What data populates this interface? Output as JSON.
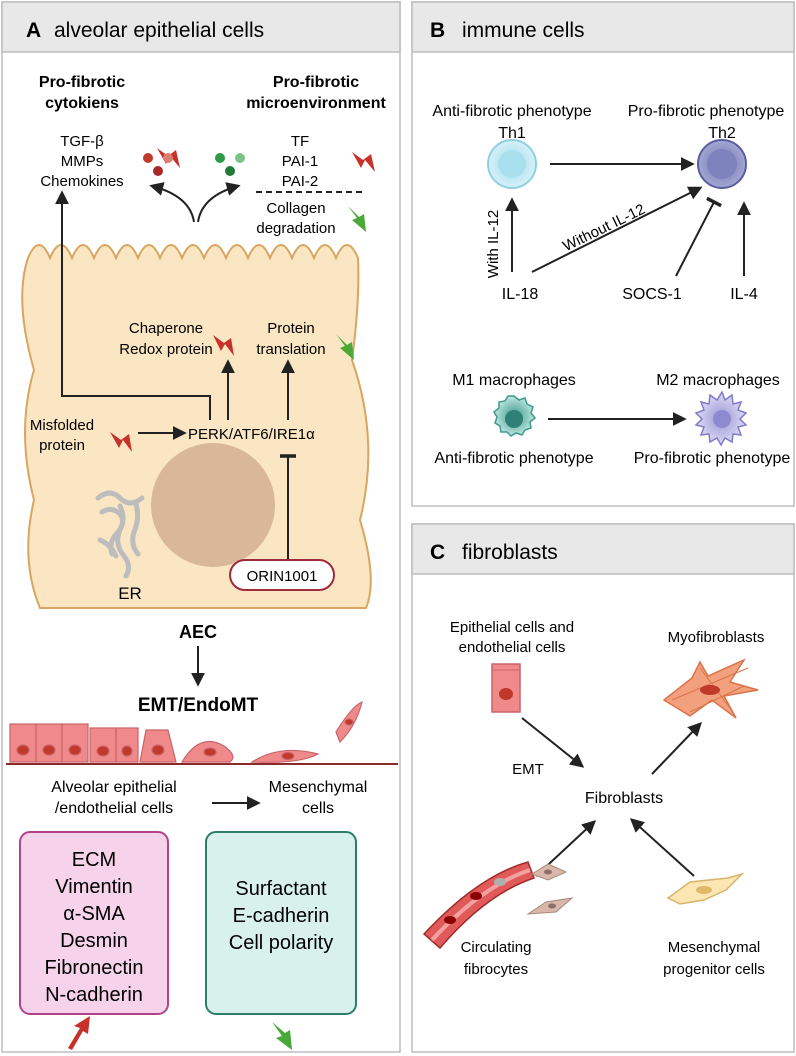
{
  "panel_a": {
    "letter": "A",
    "title": "alveolar epithelial cells",
    "cytokines_heading_1": "Pro-fibrotic",
    "cytokines_heading_2": "cytokiens",
    "cytokines": [
      "TGF-β",
      "MMPs",
      "Chemokines"
    ],
    "micro_heading_1": "Pro-fibrotic",
    "micro_heading_2": "microenvironment",
    "micro_items": [
      "TF",
      "PAI-1",
      "PAI-2"
    ],
    "collagen_1": "Collagen",
    "collagen_2": "degradation",
    "chaperone_1": "Chaperone",
    "chaperone_2": "Redox protein",
    "protein_1": "Protein",
    "protein_2": "translation",
    "misfolded_1": "Misfolded",
    "misfolded_2": "protein",
    "sensors": "PERK/ATF6/IRE1α",
    "er": "ER",
    "drug": "ORIN1001",
    "aec": "AEC",
    "emt": "EMT/EndoMT",
    "alveolar_1": "Alveolar epithelial",
    "alveolar_2": "/endothelial cells",
    "mesenchymal_1": "Mesenchymal",
    "mesenchymal_2": "cells",
    "up_markers": [
      "ECM",
      "Vimentin",
      "α-SMA",
      "Desmin",
      "Fibronectin",
      "N-cadherin"
    ],
    "down_markers": [
      "Surfactant",
      "E-cadherin",
      "Cell polarity"
    ]
  },
  "panel_b": {
    "letter": "B",
    "title": "immune cells",
    "anti": "Anti-fibrotic phenotype",
    "pro": "Pro-fibrotic phenotype",
    "th1": "Th1",
    "th2": "Th2",
    "with_il12": "With IL-12",
    "without_il12": "Without IL-12",
    "il18": "IL-18",
    "socs1": "SOCS-1",
    "il4": "IL-4",
    "m1": "M1 macrophages",
    "m2": "M2 macrophages",
    "m1_phen": "Anti-fibrotic phenotype",
    "m2_phen": "Pro-fibrotic phenotype"
  },
  "panel_c": {
    "letter": "C",
    "title": "fibroblasts",
    "epi_1": "Epithelial cells and",
    "epi_2": "endothelial cells",
    "myo": "Myofibroblasts",
    "emt": "EMT",
    "fibroblasts": "Fibroblasts",
    "circ_1": "Circulating",
    "circ_2": "fibrocytes",
    "mes_1": "Mesenchymal",
    "mes_2": "progenitor cells"
  },
  "colors": {
    "panel_header": "#e8e8e8",
    "up_arrow": "#c8302a",
    "down_arrow": "#49a838",
    "cell_fill": "#fbe6c4",
    "pink_box": "#f6d3ea",
    "teal_box": "#d9f1ec"
  }
}
